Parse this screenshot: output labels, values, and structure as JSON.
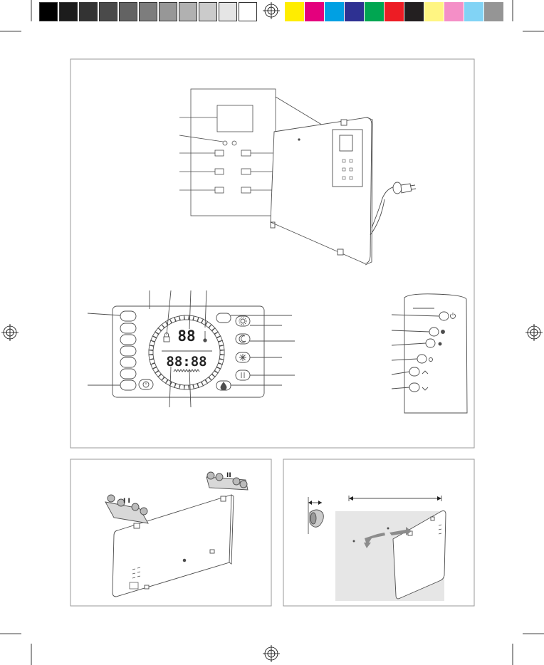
{
  "colors": {
    "grays": [
      "#000000",
      "#1c1c1c",
      "#333333",
      "#4a4a4a",
      "#636363",
      "#7d7d7d",
      "#979797",
      "#b1b1b1",
      "#cbcbcb",
      "#e5e5e5",
      "#ffffff"
    ],
    "process": [
      "#ffed00",
      "#e4007d",
      "#00a0e3",
      "#2e3192",
      "#00a651",
      "#ed1c24",
      "#231f20",
      "#fff582",
      "#f48fc7",
      "#81d3f5",
      "#959595"
    ],
    "frame": "#9a9a9a",
    "line": "#4d4d4d",
    "wall": "#e6e6e6",
    "arrow": "#8c8c8c"
  },
  "remote_display": {
    "temp_digits": "88",
    "time_digits": "88:88"
  },
  "wall_mount": {
    "mark_a": "I I",
    "mark_b": "II"
  },
  "icons": [
    "registration-mark",
    "power-icon",
    "sun-icon",
    "moon-icon",
    "snowflake-icon",
    "pause-icon",
    "drop-icon",
    "lock-icon",
    "thermometer-icon",
    "clock-icon",
    "bell-icon"
  ]
}
